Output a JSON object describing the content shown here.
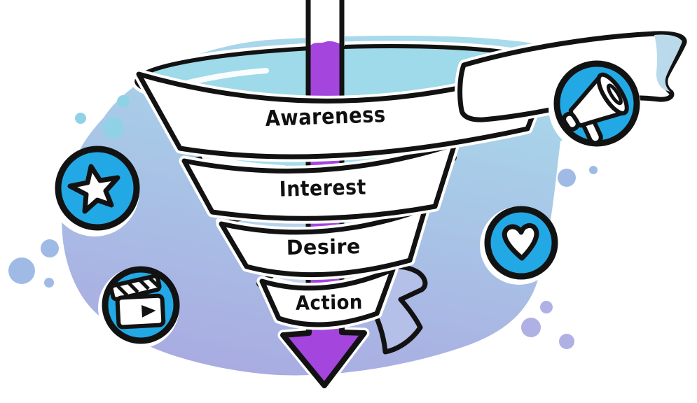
{
  "figure": {
    "title": "AIDA marketing funnel illustration",
    "stages": [
      {
        "id": "awareness",
        "label": "Awareness"
      },
      {
        "id": "interest",
        "label": "Interest"
      },
      {
        "id": "desire",
        "label": "Desire"
      },
      {
        "id": "action",
        "label": "Action"
      }
    ],
    "icons": [
      {
        "id": "megaphone",
        "name": "megaphone-icon"
      },
      {
        "id": "star",
        "name": "star-icon"
      },
      {
        "id": "heart",
        "name": "heart-icon"
      },
      {
        "id": "clapperboard",
        "name": "video-clapperboard-icon"
      }
    ],
    "colors": {
      "icon_blue": "#22A9E5",
      "arrow_purple": "#A445DE",
      "outline": "#121212",
      "funnel_mouth_blue": "#9EDAE9",
      "rim2_blue": "#A6DCEA",
      "rim3_blue": "#B7D3EA",
      "rim4_blue": "#C6D6EC",
      "ribbon_fold_blue": "#BADAEC",
      "tail_fold_periwinkle": "#B4C0E8",
      "blob_top": "#A8DBEB",
      "blob_bottom": "#A9ABE1",
      "dot_blue": "#8FD2E5",
      "dot_periwinkle": "#9FBBE5",
      "dot_lavender": "#AFB1E4"
    }
  }
}
